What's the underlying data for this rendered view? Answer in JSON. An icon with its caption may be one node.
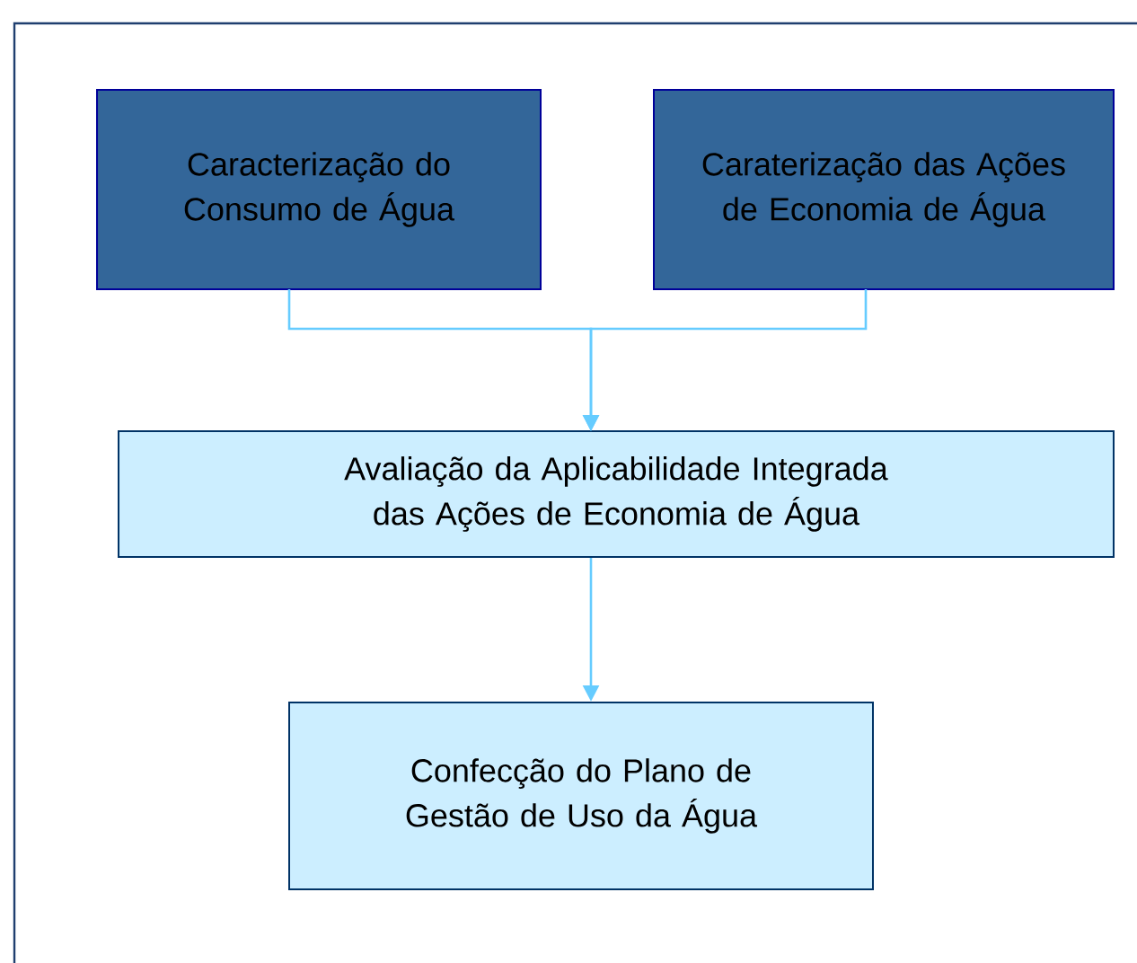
{
  "diagram": {
    "nodes": [
      {
        "text": [
          "Caracterização do Consumo de Água"
        ]
      },
      {
        "text": [
          "Caraterização das Ações de Economia de Água"
        ]
      },
      {
        "text": [
          "Avaliação da Aplicabilidade Integrada das Ações de Economia de Água"
        ]
      },
      {
        "text": [
          "Confecção do Plano de Gestão de Uso da Água"
        ]
      }
    ],
    "edges": [
      {
        "from": 0,
        "to": 2,
        "arrow": "to"
      },
      {
        "from": 1,
        "to": 2,
        "arrow": "to"
      },
      {
        "from": 2,
        "to": 3,
        "arrow": "to"
      }
    ]
  }
}
